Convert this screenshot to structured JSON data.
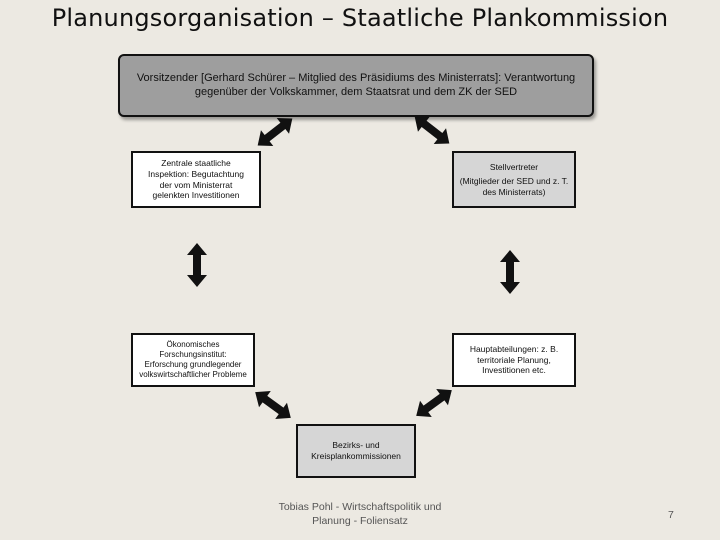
{
  "title": "Planungsorganisation – Staatliche Plankommission",
  "boxes": {
    "chair_line1": "Vorsitzender [Gerhard Schürer – Mitglied des Präsidiums des Ministerrats]: Verantwortung",
    "chair_line2": "gegenüber der Volkskammer, dem Staatsrat und dem ZK der SED",
    "inspection": [
      "Zentrale staatliche",
      "Inspektion: Begutachtung",
      "der vom Ministerrat",
      "gelenkten Investitionen"
    ],
    "deputy": [
      "Stellvertreter",
      "(Mitglieder der SED und z. T.",
      "des Ministerrats)"
    ],
    "economic": [
      "Ökonomisches",
      "Forschungsinstitut:",
      "Erforschung grundlegender",
      "volkswirtschaftlicher Probleme"
    ],
    "main_departments": [
      "Hauptabteilungen: z. B.",
      "territoriale Planung,",
      "Investitionen etc."
    ],
    "district": [
      "Bezirks- und",
      "Kreisplankommissionen"
    ]
  },
  "footer": {
    "line1": "Tobias Pohl - Wirtschaftspolitik und",
    "line2": "Planung - Foliensatz"
  },
  "page_number": "7",
  "colors": {
    "background": "#ece9e2",
    "chair_box": "#9e9e9e",
    "grey_box": "#d6d6d6",
    "white_box": "#ffffff",
    "arrow": "#111111"
  }
}
